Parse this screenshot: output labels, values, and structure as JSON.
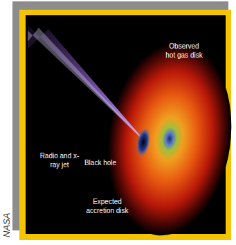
{
  "diagram": {
    "labels": [
      "Observed hot gas disk",
      "Radio and x-ray jet",
      "Black hole",
      "Expected accretion disk",
      "NASA"
    ]
  }
}
